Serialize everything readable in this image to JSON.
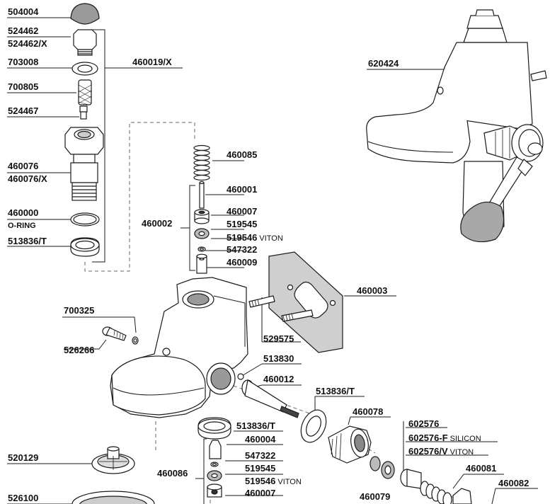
{
  "labels": {
    "l504004": "504004",
    "l524462": "524462",
    "l524462x": "524462/X",
    "l703008": "703008",
    "l460019x": "460019/X",
    "l700805": "700805",
    "l524467": "524467",
    "l460076": "460076",
    "l460076x": "460076/X",
    "l460000": "460000",
    "oring": "O-RING",
    "l513836t_a": "513836/T",
    "l620424": "620424",
    "l460085": "460085",
    "l460001": "460001",
    "l460007_a": "460007",
    "l460002": "460002",
    "l519545_a": "519545",
    "l519546_a": "519546",
    "viton_a": "VITON",
    "l547322_a": "547322",
    "l460009": "460009",
    "l460003": "460003",
    "l700325": "700325",
    "l529575": "529575",
    "l526266": "526266",
    "l513830": "513830",
    "l460012": "460012",
    "l513836t_b": "513836/T",
    "l460078": "460078",
    "l602576": "602576",
    "l602576f": "602576-F",
    "silicon": "SILICON",
    "l602576v": "602576/V",
    "viton_b": "VITON",
    "l513836t_c": "513836/T",
    "l460004": "460004",
    "l520129": "520129",
    "l547322_b": "547322",
    "l460086": "460086",
    "l519545_b": "519545",
    "l519546_b": "519546",
    "viton_c": "VITON",
    "l460007_b": "460007",
    "l460081": "460081",
    "l460079": "460079",
    "l460082": "460082",
    "l526100": "526100"
  },
  "colors": {
    "line": "#1a1a1a",
    "part_fill": "#ffffff",
    "cap_fill": "#9a9a9a",
    "handle_fill": "#a8a8a8",
    "gasket_fill": "#b0b0b0",
    "dash": "#666666"
  }
}
